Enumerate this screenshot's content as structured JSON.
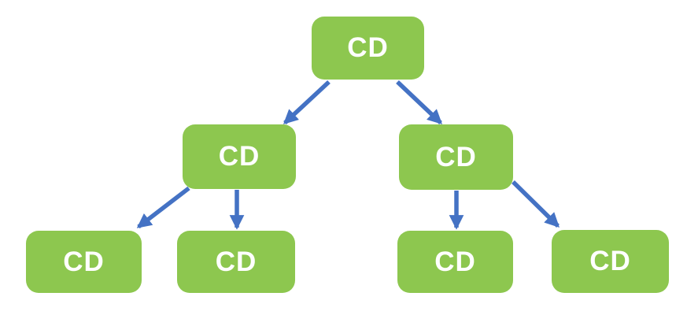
{
  "diagram": {
    "type": "tree",
    "nodes": [
      {
        "id": "root",
        "label": "CD",
        "level": 0
      },
      {
        "id": "child-left",
        "label": "CD",
        "level": 1
      },
      {
        "id": "child-right",
        "label": "CD",
        "level": 1
      },
      {
        "id": "leaf-1",
        "label": "CD",
        "level": 2
      },
      {
        "id": "leaf-2",
        "label": "CD",
        "level": 2
      },
      {
        "id": "leaf-3",
        "label": "CD",
        "level": 2
      },
      {
        "id": "leaf-4",
        "label": "CD",
        "level": 2
      }
    ],
    "edges": [
      {
        "from": "root",
        "to": "child-left"
      },
      {
        "from": "root",
        "to": "child-right"
      },
      {
        "from": "child-left",
        "to": "leaf-1"
      },
      {
        "from": "child-left",
        "to": "leaf-2"
      },
      {
        "from": "child-right",
        "to": "leaf-3"
      },
      {
        "from": "child-right",
        "to": "leaf-4"
      }
    ]
  },
  "colors": {
    "node-bg": "#8dc74f",
    "node-text": "#ffffff",
    "arrow": "#4472c4",
    "background": "#ffffff"
  }
}
